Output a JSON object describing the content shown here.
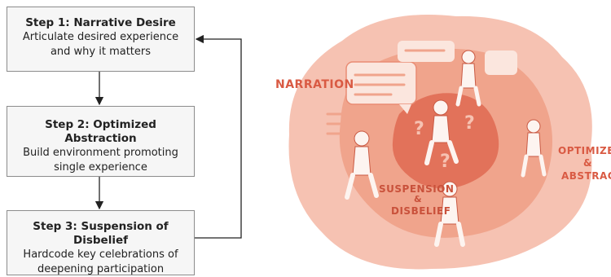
{
  "steps": [
    {
      "title": "Step 1: Narrative Desire",
      "lines": [
        "Articulate desired experience",
        "and why it matters"
      ]
    },
    {
      "title": "Step 2: Optimized Abstraction",
      "lines": [
        "Build environment promoting",
        "single experience"
      ]
    },
    {
      "title": "Step 3: Suspension of Disbelief",
      "lines": [
        "Hardcode key celebrations of",
        "deepening participation"
      ]
    }
  ],
  "illustration": {
    "labels": {
      "narration": "NARRATION",
      "suspension": "SUSPENSION",
      "amp1": "&",
      "disbelief": "DISBELIEF",
      "optimize": "OPTIMIZE",
      "amp2": "&",
      "abstract": "ABSTRACT"
    }
  },
  "colors": {
    "box_border": "#8c8c8c",
    "box_fill": "#f6f6f6",
    "arrow": "#222222",
    "blob_light": "#f6c2b2",
    "blob_mid": "#f0a48c",
    "blob_dark": "#e2725a",
    "label": "#d95a43"
  }
}
